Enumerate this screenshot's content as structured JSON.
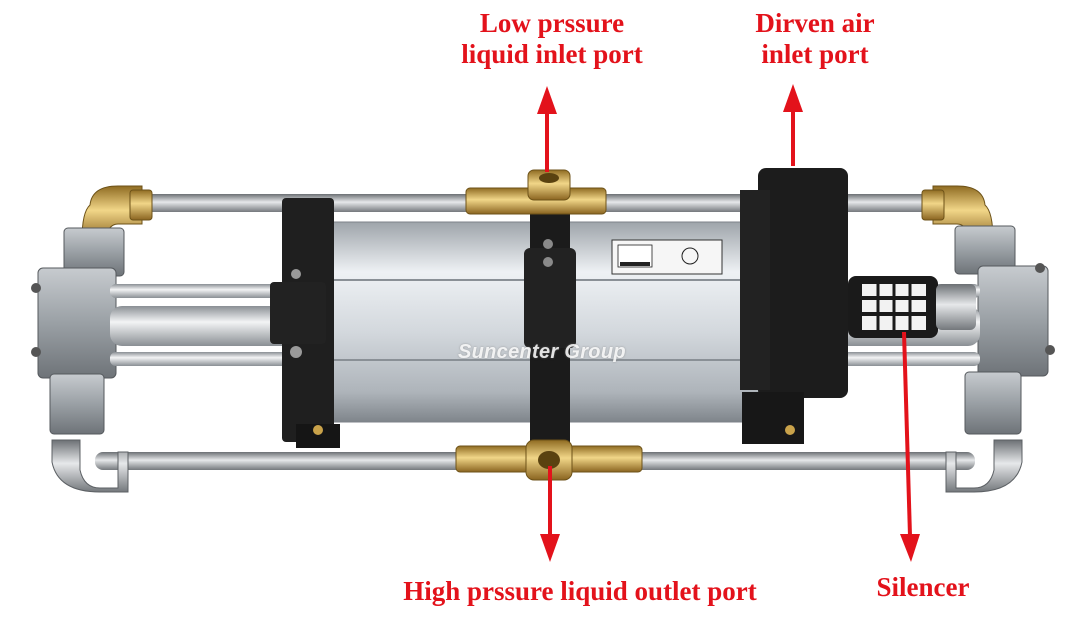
{
  "labels": {
    "low_pressure_inlet": [
      "Low prssure",
      "liquid inlet port"
    ],
    "driven_air_inlet": [
      "Dirven air",
      "inlet port"
    ],
    "high_pressure_outlet": "High prssure liquid outlet port",
    "silencer": "Silencer"
  },
  "watermark": "Suncenter Group",
  "colors": {
    "label_red": "#e3121b",
    "background": "#ffffff",
    "cylinder_silver": "#d9dde2",
    "frame_black": "#1c1c1c",
    "brass_fitting": "#c9a24a"
  }
}
